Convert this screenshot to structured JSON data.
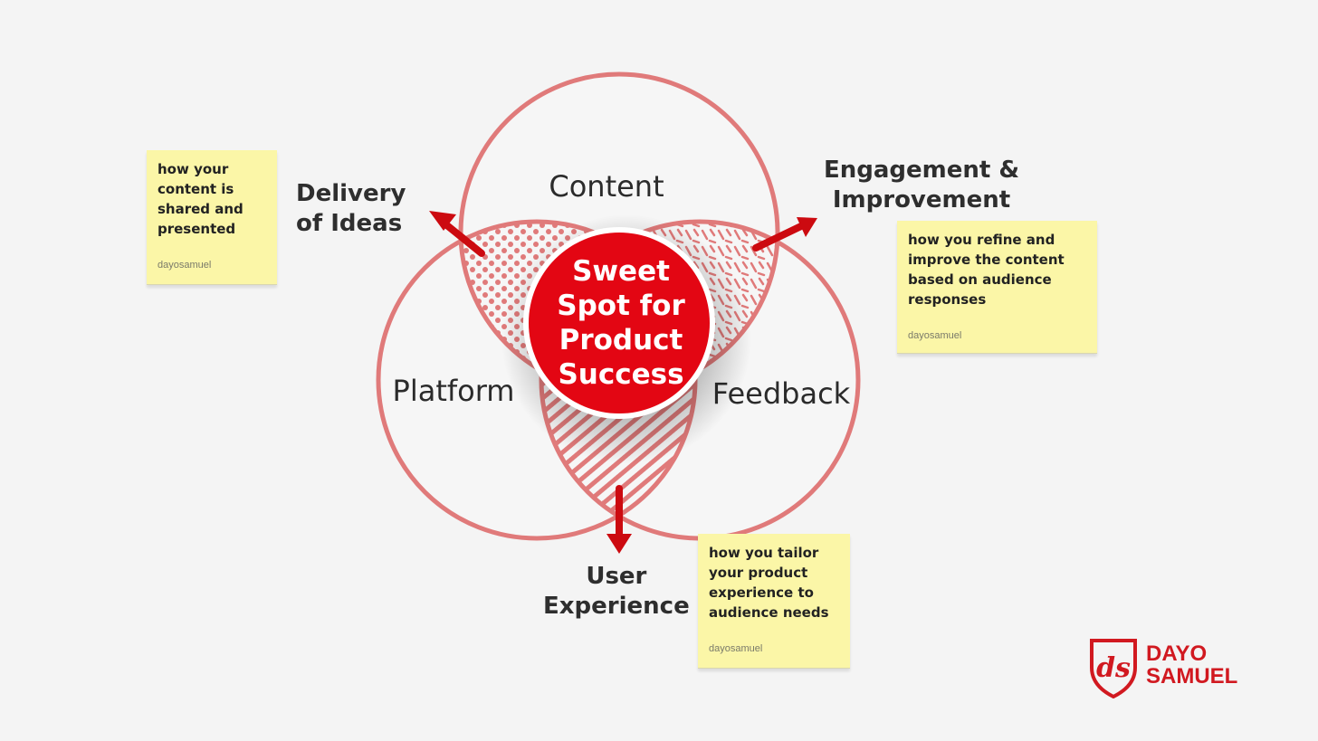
{
  "diagram": {
    "circles": {
      "content": "Content",
      "platform": "Platform",
      "feedback": "Feedback"
    },
    "center": {
      "lines": [
        "Sweet",
        "Spot for",
        "Product",
        "Success"
      ]
    },
    "intersections": {
      "delivery": "Delivery\nof Ideas",
      "engagement": "Engagement &\nImprovement",
      "user_experience": "User\nExperience"
    },
    "colors": {
      "circle_stroke": "#e07a7a",
      "accent_red": "#e30613",
      "arrow_red": "#cc0a10",
      "note_yellow": "#fbf6a7"
    }
  },
  "notes": {
    "delivery": {
      "text": "how your\ncontent is\nshared and\npresented",
      "author": "dayosamuel"
    },
    "engagement": {
      "text": "how you refine and\nimprove the content\nbased on audience\nresponses",
      "author": "dayosamuel"
    },
    "user_experience": {
      "text": "how you tailor\nyour product\nexperience to\naudience needs",
      "author": "dayosamuel"
    }
  },
  "brand": {
    "name": "DAYO\nSAMUEL",
    "monogram": "ds"
  }
}
